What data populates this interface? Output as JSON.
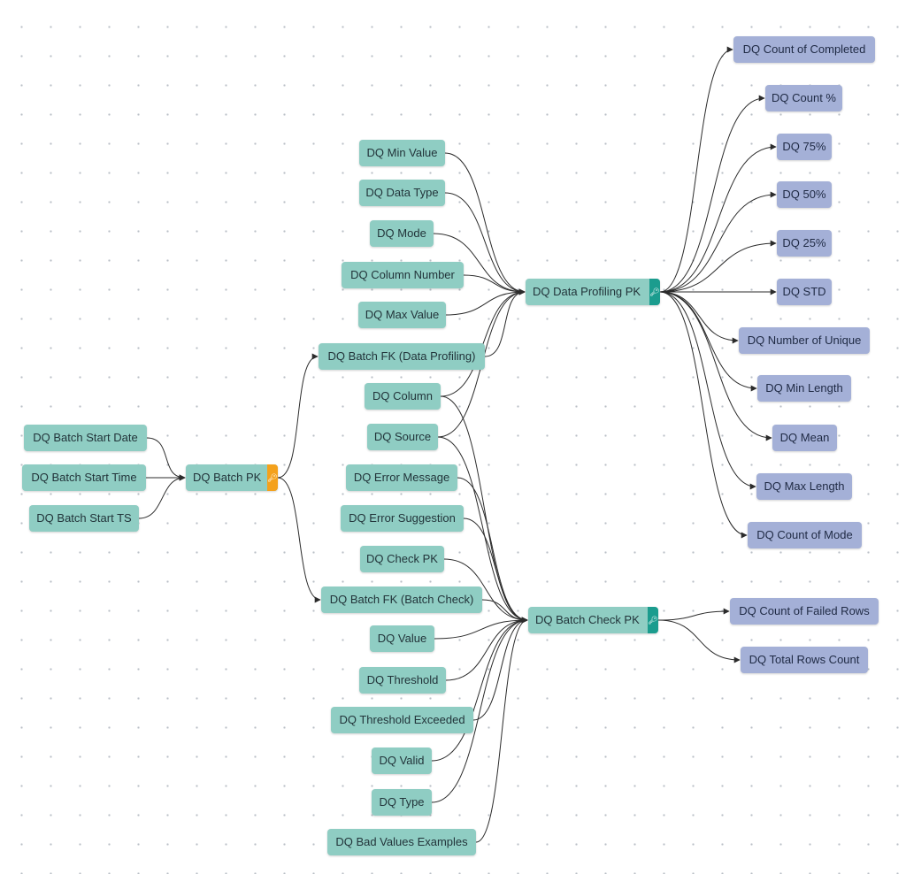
{
  "colors": {
    "attribute_node": "#8fcdc3",
    "measure_node": "#a4b0d7",
    "batch_badge": "#f4a11c",
    "key_badge": "#1b9c8e",
    "edge": "#2b2b2b"
  },
  "badge_icon": "key-icon",
  "hubs": {
    "batch_pk": "DQ Batch PK",
    "profiling_pk": "DQ Data Profiling PK",
    "check_pk": "DQ Batch Check PK"
  },
  "batch_inputs": [
    "DQ Batch Start Date",
    "DQ Batch Start Time",
    "DQ Batch Start TS"
  ],
  "batch_fks": [
    "DQ Batch FK (Data Profiling)",
    "DQ Batch FK (Batch Check)"
  ],
  "profiling_inputs": [
    "DQ Min Value",
    "DQ Data Type",
    "DQ Mode",
    "DQ Column Number",
    "DQ Max Value"
  ],
  "shared_inputs": [
    "DQ Column",
    "DQ Source"
  ],
  "check_inputs": [
    "DQ Error Message",
    "DQ Error Suggestion",
    "DQ Check PK",
    "DQ Value",
    "DQ Threshold",
    "DQ Threshold Exceeded",
    "DQ Valid",
    "DQ Type",
    "DQ Bad Values Examples"
  ],
  "profiling_outputs": [
    "DQ Count of Completed",
    "DQ Count %",
    "DQ 75%",
    "DQ 50%",
    "DQ 25%",
    "DQ STD",
    "DQ Number of Unique",
    "DQ Min Length",
    "DQ Mean",
    "DQ Max Length",
    "DQ Count of Mode"
  ],
  "check_outputs": [
    "DQ Count of Failed Rows",
    "DQ Total Rows Count"
  ]
}
